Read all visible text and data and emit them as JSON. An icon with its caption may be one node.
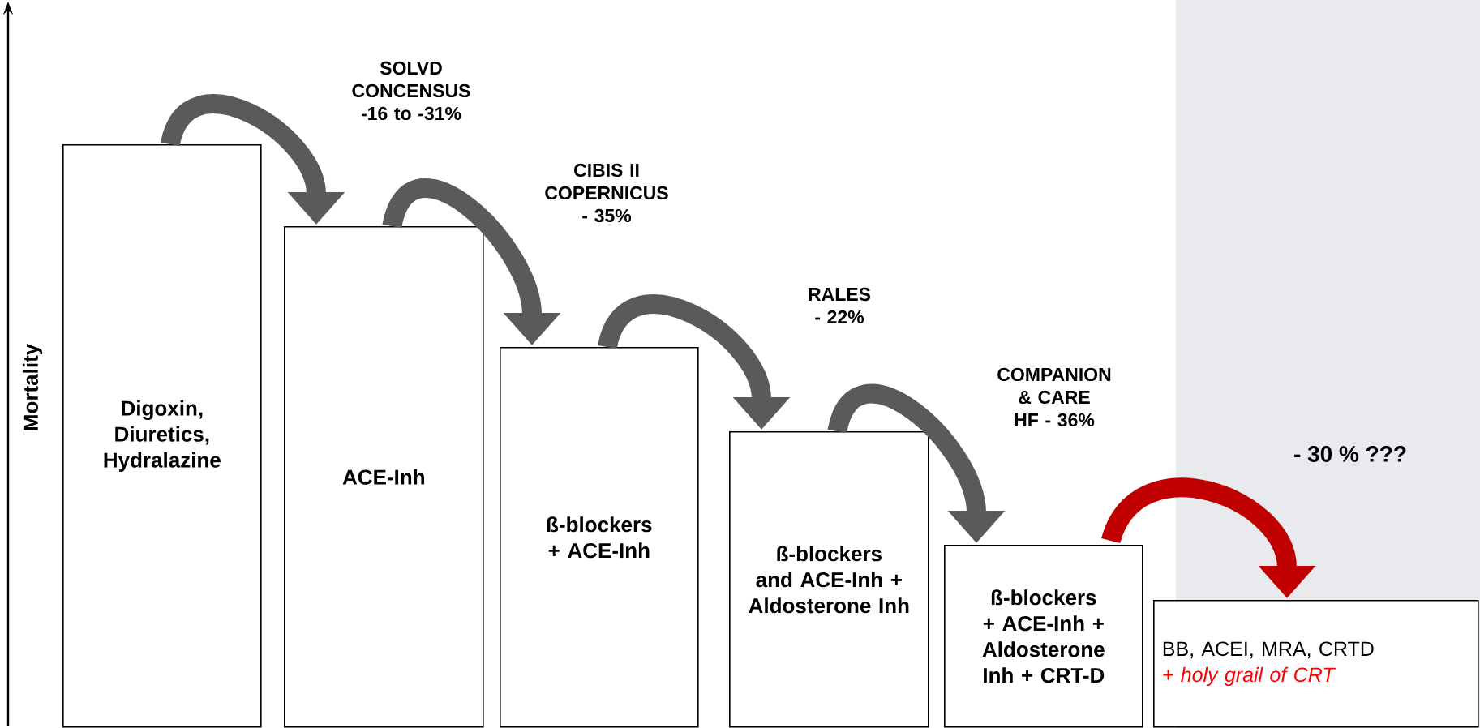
{
  "diagram": {
    "nodes": [
      {
        "text": [
          "Digoxin, Diuretics, Hydralazine"
        ]
      },
      {
        "text": [
          "ACE-Inh"
        ]
      },
      {
        "text": [
          "ß-blockers + ACE-Inh"
        ]
      },
      {
        "text": [
          "ß-blockers and ACE-Inh + Aldosterone Inh"
        ]
      },
      {
        "text": [
          "ß-blockers + ACE-Inh + Aldosterone Inh + CRT-D"
        ]
      },
      {
        "text": [
          "BB, ACEI, MRA, CRTD",
          "+ holy grail of CRT"
        ]
      }
    ],
    "edges": [
      {
        "from": 0,
        "to": 1,
        "arrow": "to",
        "label": "SOLVD CONCENSUS -16 to -31%"
      },
      {
        "from": 1,
        "to": 2,
        "arrow": "to",
        "label": "CIBIS II COPERNICUS - 35%"
      },
      {
        "from": 2,
        "to": 3,
        "arrow": "to",
        "label": "RALES - 22%"
      },
      {
        "from": 3,
        "to": 4,
        "arrow": "to",
        "label": "COMPANION & CARE HF - 36%"
      },
      {
        "from": 4,
        "to": 5,
        "arrow": "to",
        "label": "- 30 % ???",
        "color": "#c00000"
      }
    ],
    "labels": [
      "Mortality"
    ]
  }
}
